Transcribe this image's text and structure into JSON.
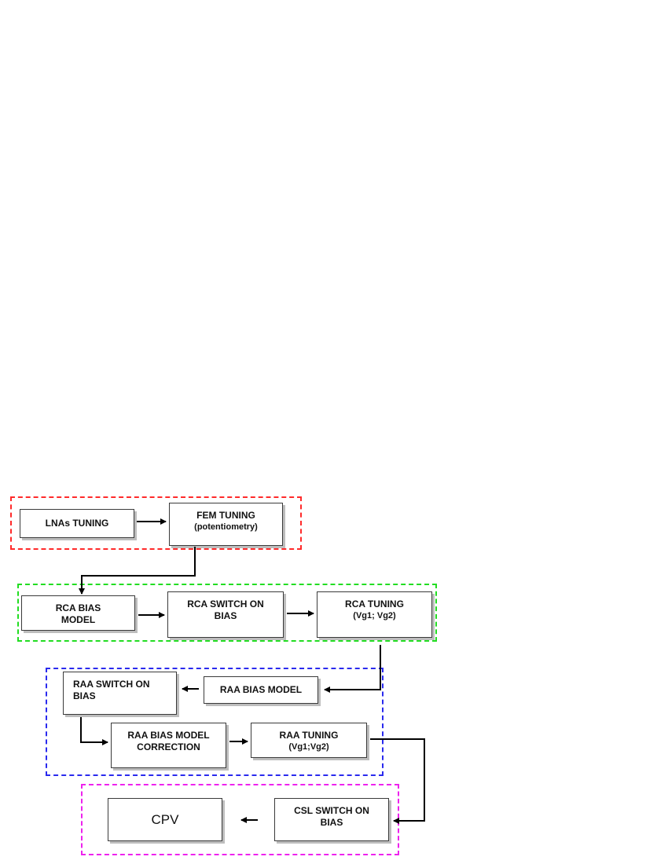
{
  "colors": {
    "group_fem": "#ff2a2a",
    "group_rca": "#22dd22",
    "group_raa": "#2a2aee",
    "group_csl": "#ee22ee",
    "arrow": "#000000"
  },
  "boxes": {
    "lnas_tuning": {
      "lines": [
        "LNAs TUNING"
      ]
    },
    "fem_tuning": {
      "lines": [
        "FEM TUNING",
        "(potentiometry)"
      ]
    },
    "rca_bias_model": {
      "lines": [
        "RCA BIAS",
        "MODEL"
      ]
    },
    "rca_switch_on_bias": {
      "lines": [
        "RCA SWITCH ON",
        "BIAS"
      ]
    },
    "rca_tuning": {
      "lines": [
        "RCA TUNING",
        "(Vg1; Vg2)"
      ]
    },
    "raa_bias_model": {
      "lines": [
        "RAA BIAS MODEL"
      ]
    },
    "raa_switch_on_bias": {
      "lines": [
        "RAA SWITCH ON",
        "BIAS"
      ]
    },
    "raa_bias_model_correction": {
      "lines": [
        "RAA BIAS MODEL",
        "CORRECTION"
      ]
    },
    "raa_tuning": {
      "lines": [
        "RAA TUNING",
        "(Vg1;Vg2)"
      ]
    },
    "csl_switch_on_bias": {
      "lines": [
        "CSL SWITCH ON",
        "BIAS"
      ]
    },
    "cpv": {
      "lines": [
        "CPV"
      ]
    }
  }
}
